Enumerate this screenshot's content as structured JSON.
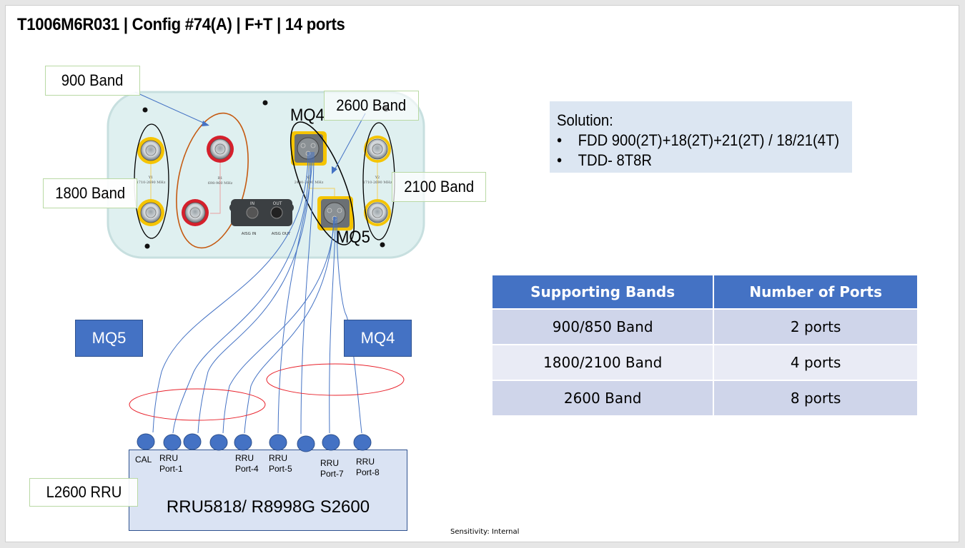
{
  "slide": {
    "title": "T1006M6R031 | Config #74(A) | F+T | 14 ports",
    "footer": "Sensitivity: Internal"
  },
  "antenna": {
    "callouts": {
      "band900": "900 Band",
      "band1800": "1800 Band",
      "band2600": "2600 Band",
      "band2100": "2100 Band"
    },
    "connector_labels": {
      "mq4": "MQ4",
      "mq5": "MQ5",
      "aisg_in": "AISG IN",
      "aisg_out": "AISG OUT",
      "aisg_in_tag": "IN",
      "aisg_out_tag": "OUT",
      "y1": "Y1",
      "y1_range": "1710-2690 MHz",
      "r1": "R1",
      "r1_range": "698-960 MHz",
      "y3": "Y3",
      "y3_range": "2490-2690 MHz",
      "y2": "Y2",
      "y2_range": "1710-2690 MHz"
    }
  },
  "legend_boxes": {
    "mq5": "MQ5",
    "mq4": "MQ4"
  },
  "rru": {
    "callout": "L2600 RRU",
    "model": "RRU5818/ R8998G S2600",
    "ports": [
      {
        "label_line1": "CAL",
        "label_line2": ""
      },
      {
        "label_line1": "RRU",
        "label_line2": "Port-1"
      },
      {
        "label_line1": "",
        "label_line2": ""
      },
      {
        "label_line1": "",
        "label_line2": ""
      },
      {
        "label_line1": "RRU",
        "label_line2": "Port-4"
      },
      {
        "label_line1": "RRU",
        "label_line2": "Port-5"
      },
      {
        "label_line1": "",
        "label_line2": ""
      },
      {
        "label_line1": "RRU",
        "label_line2": "Port-7"
      },
      {
        "label_line1": "RRU",
        "label_line2": "Port-8"
      }
    ]
  },
  "solution": {
    "heading": "Solution:",
    "bullets": [
      "FDD 900(2T)+18(2T)+21(2T) / 18/21(4T)",
      "TDD- 8T8R"
    ]
  },
  "bands_table": {
    "headers": [
      "Supporting Bands",
      "Number of Ports"
    ],
    "rows": [
      [
        "900/850 Band",
        "2 ports"
      ],
      [
        "1800/2100 Band",
        "4 ports"
      ],
      [
        "2600 Band",
        "8 ports"
      ]
    ]
  },
  "colors": {
    "accent_blue": "#4472c4",
    "band_yellow": "#f5c400",
    "band_red": "#d5202c",
    "highlight_red": "#e8202a",
    "group_orange": "#c55a11",
    "antenna_panel": "#dff0f0"
  }
}
